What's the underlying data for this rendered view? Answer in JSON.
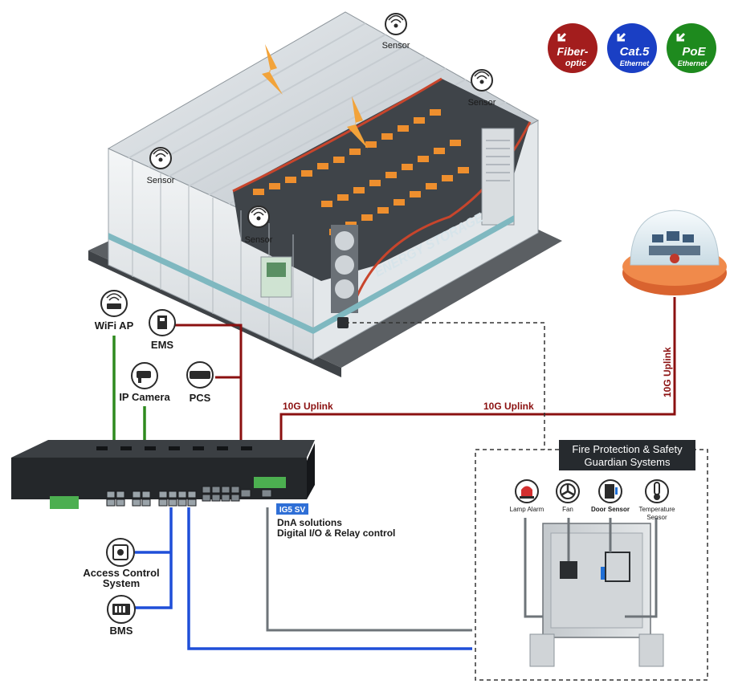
{
  "legend": {
    "fiber": {
      "line1": "Fiber-",
      "line2": "optic",
      "color": "#a31d1d"
    },
    "cat5": {
      "line1": "Cat.5",
      "line2": "Ethernet",
      "color": "#1a3fc4"
    },
    "poe": {
      "line1": "PoE",
      "line2": "Ethernet",
      "color": "#1e8a1e"
    }
  },
  "container": {
    "brand_text": "ENERGY STORAGE",
    "sensors": [
      "Sensor",
      "Sensor",
      "Sensor",
      "Sensor"
    ]
  },
  "devices": {
    "wifi_ap": "WiFi AP",
    "ems": "EMS",
    "ip_camera": "IP Camera",
    "pcs": "PCS",
    "access_control_line1": "Access Control",
    "access_control_line2": "System",
    "bms": "BMS"
  },
  "links": {
    "uplink_left": "10G Uplink",
    "uplink_mid": "10G Uplink",
    "uplink_vertical": "10G Uplink"
  },
  "switch": {
    "model_badge": "IG5 SV",
    "feature_line1": "DnA solutions",
    "feature_line2": "Digital I/O & Relay control"
  },
  "fire_protection": {
    "title_line1": "Fire Protection & Safety",
    "title_line2": "Guardian Systems",
    "lamp_alarm": "Lamp Alarm",
    "fan": "Fan",
    "door_sensor": "Door Sensor",
    "temp_line1": "Temperature",
    "temp_line2": "Sensor"
  },
  "colors": {
    "fiber_line": "#8b1010",
    "cat5_line": "#1f4fd8",
    "poe_line": "#2e8a1e",
    "io_line": "#6e7479"
  }
}
